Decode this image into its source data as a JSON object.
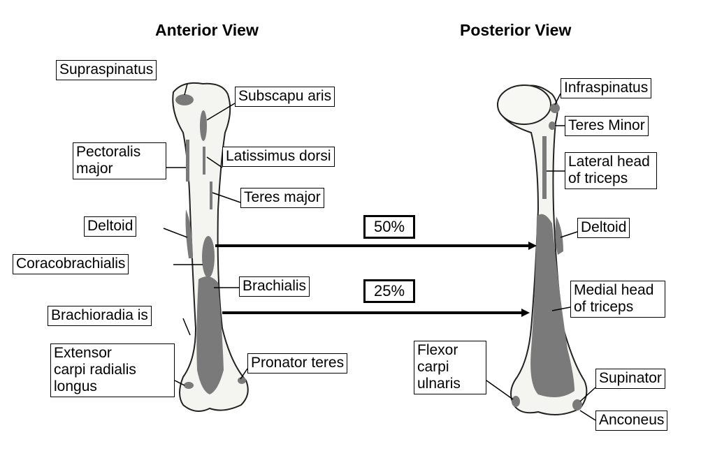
{
  "titles": {
    "anterior": "Anterior View",
    "posterior": "Posterior View"
  },
  "labels": {
    "supraspinatus": "Supraspinatus",
    "subscapularis": "Subscapu aris",
    "pectoralis_major": "Pectoralis\nmajor",
    "latissimus_dorsi": "Latissimus dorsi",
    "teres_major": "Teres major",
    "deltoid_anterior": "Deltoid",
    "coracobrachialis": "Coracobrachialis",
    "brachialis": "Brachialis",
    "brachioradialis": "Brachioradia is",
    "extensor_carpi": "Extensor\ncarpi radialis\nlongus",
    "pronator_teres": "Pronator teres",
    "infraspinatus": "Infraspinatus",
    "teres_minor": "Teres Minor",
    "lateral_head_triceps": "Lateral head\nof triceps",
    "deltoid_posterior": "Deltoid",
    "medial_head_triceps": "Medial head\nof triceps",
    "flexor_carpi_ulnaris": "Flexor\ncarpi\nulnaris",
    "supinator": "Supinator",
    "anconeus": "Anconeus"
  },
  "markers": {
    "upper": "50%",
    "lower": "25%"
  },
  "colors": {
    "muscle": "#7a7a7a",
    "bone": "#f4f4f0",
    "outline": "#222222"
  }
}
